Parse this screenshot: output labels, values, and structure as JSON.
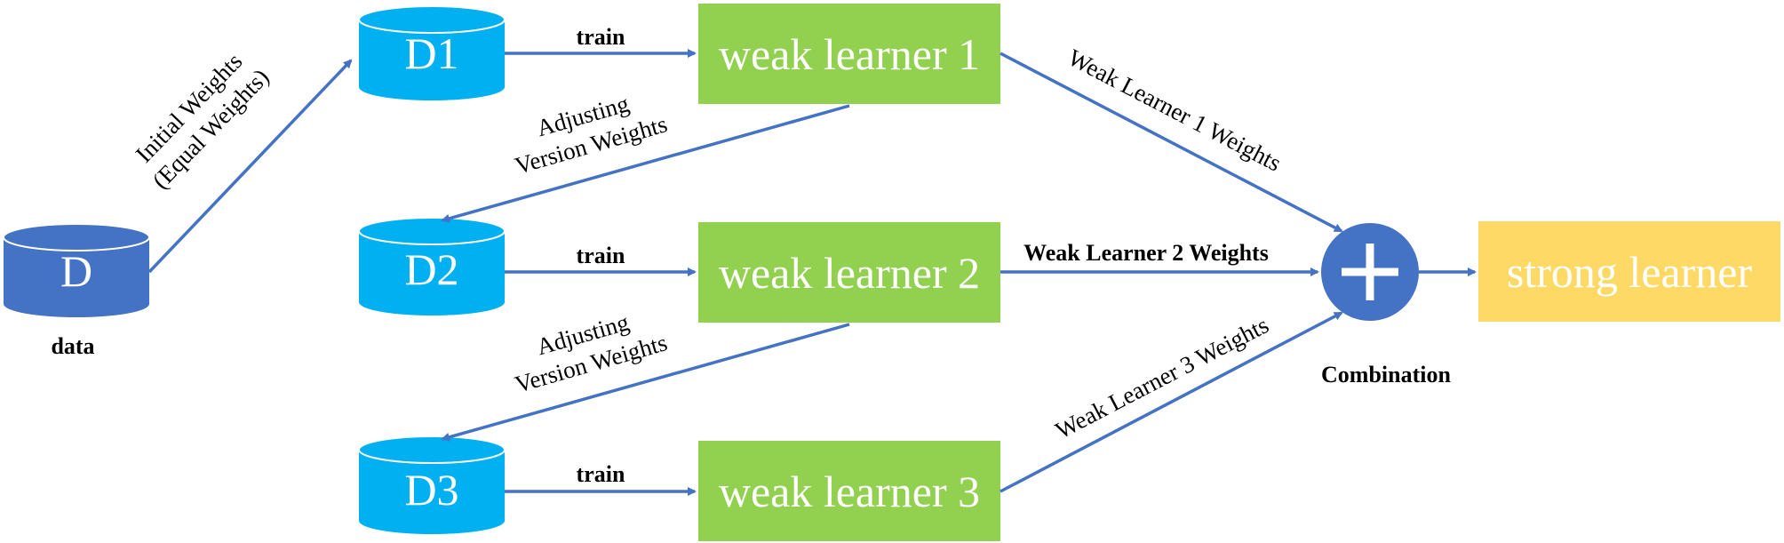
{
  "diagram": {
    "colors": {
      "arrow": "#4472c4",
      "database_blue": "#4472c4",
      "database_cyan": "#00b0f0",
      "weak_learner": "#92d050",
      "strong_learner": "#ffd966",
      "combination": "#4472c4",
      "text_on_shapes": "#ffffff"
    },
    "data_store": {
      "name": "D",
      "caption": "data"
    },
    "datasets": [
      {
        "name": "D1"
      },
      {
        "name": "D2"
      },
      {
        "name": "D3"
      }
    ],
    "weak_learners": [
      {
        "label": "weak learner 1"
      },
      {
        "label": "weak learner 2"
      },
      {
        "label": "weak learner 3"
      }
    ],
    "train_labels": [
      "train",
      "train",
      "train"
    ],
    "initial_weights": {
      "line1": "Initial Weights",
      "line2": "(Equal Weights)"
    },
    "adjusting": [
      {
        "line1": "Adjusting",
        "line2": "Version Weights"
      },
      {
        "line1": "Adjusting",
        "line2": "Version Weights"
      }
    ],
    "learner_weights": [
      "Weak Learner 1 Weights",
      "Weak Learner 2 Weights",
      "Weak Learner 3 Weights"
    ],
    "combination": {
      "label": "Combination",
      "icon": "plus-icon"
    },
    "strong_learner": {
      "label": "strong learner"
    }
  }
}
